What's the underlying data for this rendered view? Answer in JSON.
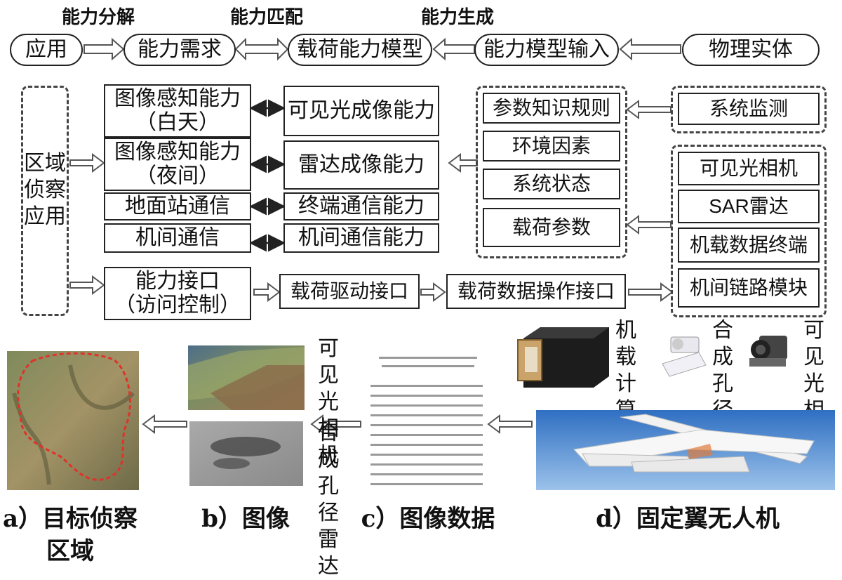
{
  "top_labels": {
    "decompose": "能力分解",
    "match": "能力匹配",
    "generate": "能力生成"
  },
  "top_row": [
    "应用",
    "能力需求",
    "载荷能力模型",
    "能力模型输入",
    "物理实体"
  ],
  "application": "区域\n侦察\n应用",
  "sensing_capabilities": [
    "图像感知能力\n（白天）",
    "图像感知能力\n（夜间）",
    "地面站通信",
    "机间通信"
  ],
  "payload_capabilities": [
    "可见光成像能力",
    "雷达成像能力",
    "终端通信能力",
    "机间通信能力"
  ],
  "model_inputs": [
    "参数知识规则",
    "环境因素",
    "系统状态",
    "载荷参数"
  ],
  "system_monitoring": "系统监测",
  "physical_devices": [
    "可见光相机",
    "SAR雷达",
    "机载数据终端",
    "机间链路模块"
  ],
  "interfaces": {
    "capability_interface": "能力接口\n（访问控制）",
    "payload_driver": "载荷驱动接口",
    "payload_data": "载荷数据操作接口"
  },
  "hardware_labels": {
    "computer": "机载\n计算\n机",
    "sar": "合成\n孔径\n雷达",
    "camera": "可见\n光相\n机"
  },
  "image_labels": {
    "visible": "可见\n光相\n机",
    "sar": "合成\n孔径\n雷达"
  },
  "captions": {
    "a": "a）目标侦察\n区域",
    "b": "b）图像",
    "c": "c）图像数据",
    "d": "d）固定翼无人机"
  },
  "colors": {
    "boundary": "#e0322a",
    "sky_top": "#2f6fc2",
    "sky_bottom": "#9cc2ea",
    "line": "#222222"
  }
}
